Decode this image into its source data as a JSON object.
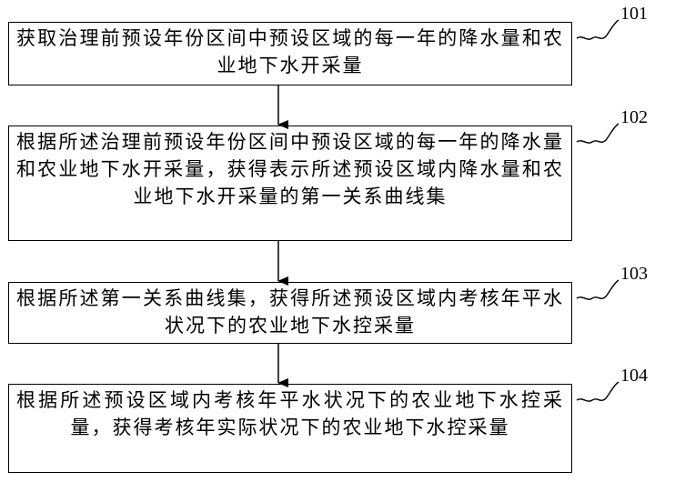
{
  "steps": [
    {
      "id": "101",
      "text": "获取治理前预设年份区间中预设区域的每一年的降水量和农业地下水开采量"
    },
    {
      "id": "102",
      "text": "根据所述治理前预设年份区间中预设区域的每一年的降水量和农业地下水开采量，获得表示所述预设区域内降水量和农业地下水开采量的第一关系曲线集"
    },
    {
      "id": "103",
      "text": "根据所述第一关系曲线集，获得所述预设区域内考核年平水状况下的农业地下水控采量"
    },
    {
      "id": "104",
      "text": "根据所述预设区域内考核年平水状况下的农业地下水控采量，获得考核年实际状况下的农业地下水控采量"
    }
  ]
}
